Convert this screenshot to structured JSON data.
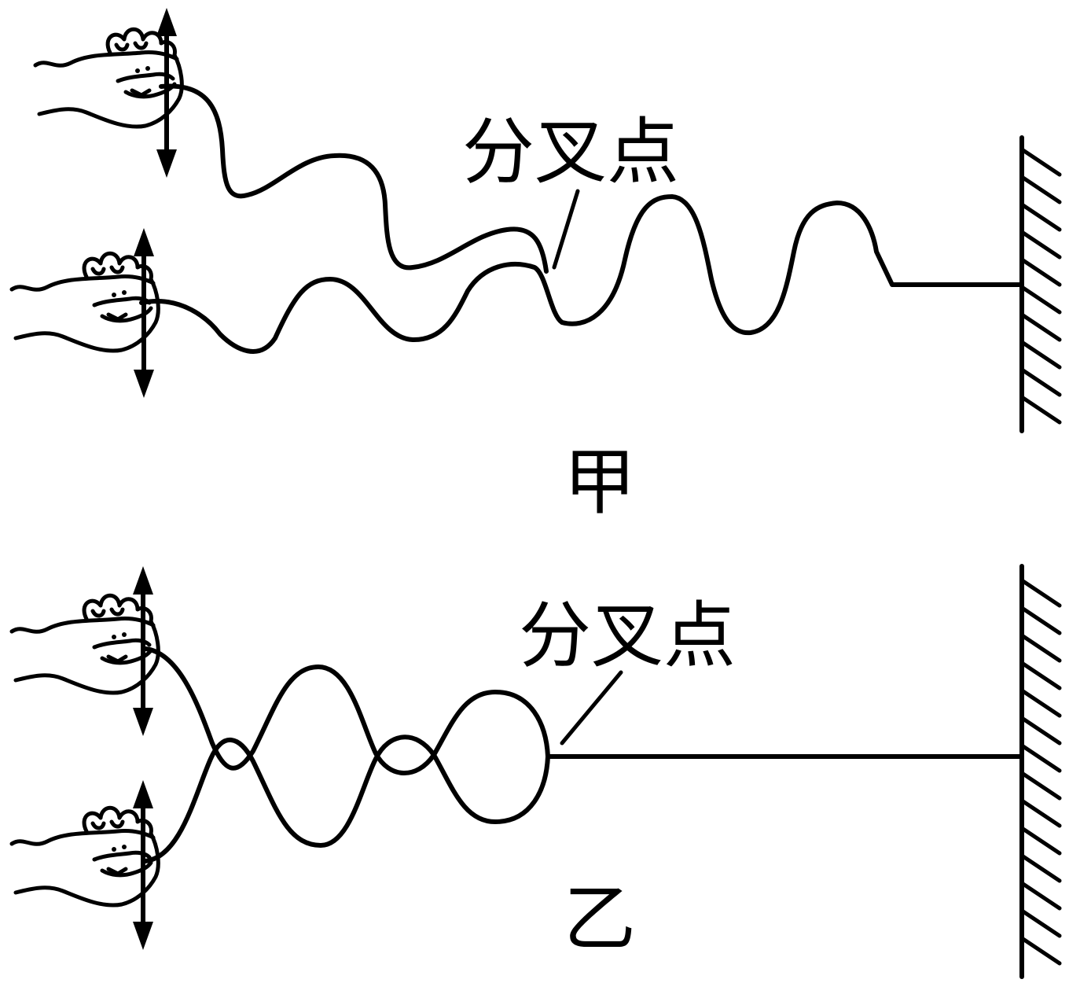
{
  "diagram_a": {
    "label": "甲",
    "fork_label": "分叉点"
  },
  "diagram_b": {
    "label": "乙",
    "fork_label": "分叉点"
  },
  "icons": [
    "hand-icon",
    "double-arrow-icon",
    "fixed-wall-icon"
  ]
}
